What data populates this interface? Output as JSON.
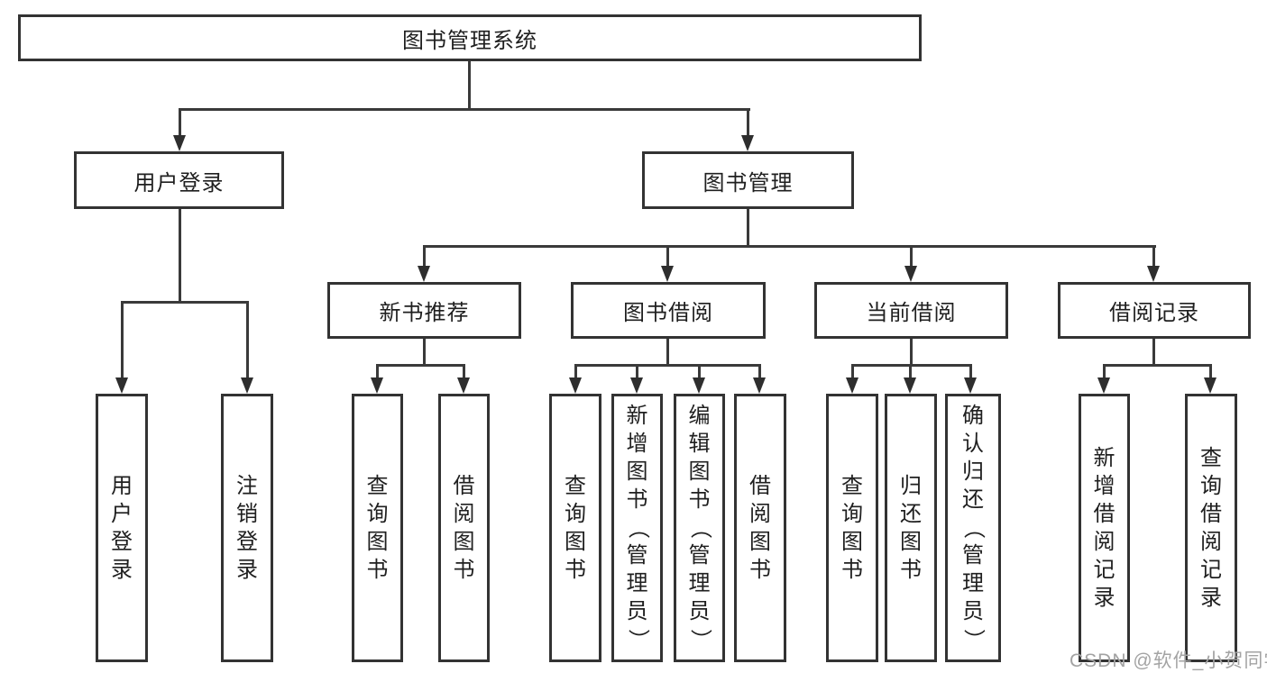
{
  "nodes": {
    "root": "图书管理系统",
    "level2": {
      "user_login": "用户登录",
      "book_mgmt": "图书管理"
    },
    "level3": {
      "new_book_rec": "新书推荐",
      "book_borrow": "图书借阅",
      "current_borrow": "当前借阅",
      "borrow_records": "借阅记录"
    },
    "leaves": {
      "user_login": "用户登录",
      "logout": "注销登录",
      "rec_query_books": "查询图书",
      "rec_borrow_books": "借阅图书",
      "borrow_query_books": "查询图书",
      "borrow_add_books": "新增图书（管理员）",
      "borrow_edit_books": "编辑图书（管理员）",
      "borrow_borrow_books": "借阅图书",
      "current_query_books": "查询图书",
      "current_return_books": "归还图书",
      "current_confirm_return": "确认归还（管理员）",
      "records_add_record": "新增借阅记录",
      "records_query_record": "查询借阅记录"
    }
  },
  "watermark": "CSDN @软件_小贺同学",
  "colors": {
    "line": "#3a3a3a",
    "border": "#333333",
    "text": "#1f1f1f",
    "watermark": "#a3a3a3",
    "background": "#ffffff"
  }
}
